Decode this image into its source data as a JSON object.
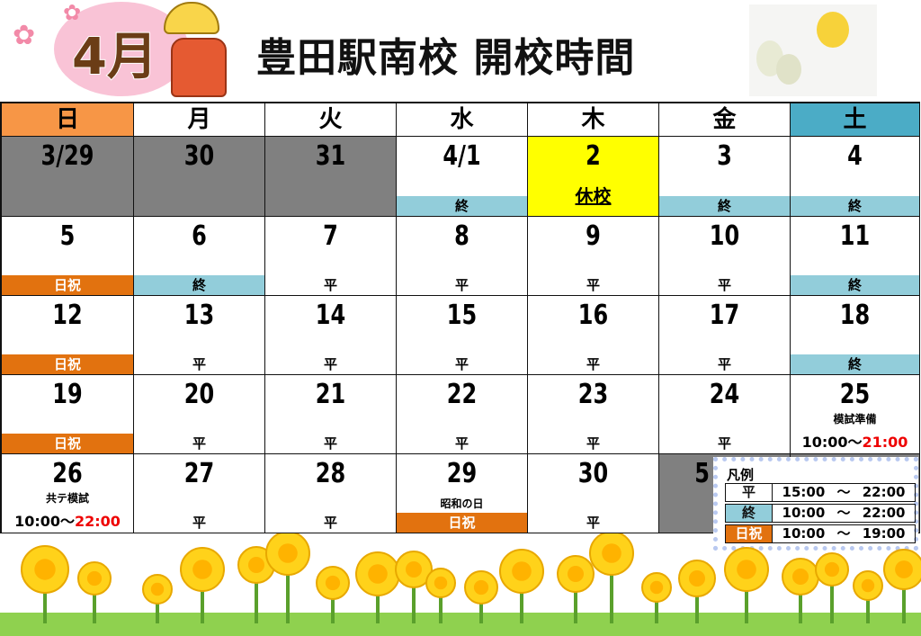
{
  "header": {
    "month": "4月",
    "title": "豊田駅南校 開校時間"
  },
  "weekdays": [
    {
      "label": "日",
      "bg": "#f79646"
    },
    {
      "label": "月",
      "bg": "#ffffff"
    },
    {
      "label": "火",
      "bg": "#ffffff"
    },
    {
      "label": "水",
      "bg": "#ffffff"
    },
    {
      "label": "木",
      "bg": "#ffffff"
    },
    {
      "label": "金",
      "bg": "#ffffff"
    },
    {
      "label": "土",
      "bg": "#4bacc6"
    }
  ],
  "weeks": [
    [
      {
        "d": "3/29",
        "gray": true
      },
      {
        "d": "30",
        "gray": true
      },
      {
        "d": "31",
        "gray": true
      },
      {
        "d": "4/1",
        "s": "終",
        "t": "teal"
      },
      {
        "d": "2",
        "yellow": true,
        "closed": "休校"
      },
      {
        "d": "3",
        "s": "終",
        "t": "teal"
      },
      {
        "d": "4",
        "s": "終",
        "t": "teal"
      }
    ],
    [
      {
        "d": "5",
        "s": "日祝",
        "t": "orange"
      },
      {
        "d": "6",
        "s": "終",
        "t": "teal"
      },
      {
        "d": "7",
        "s": "平"
      },
      {
        "d": "8",
        "s": "平"
      },
      {
        "d": "9",
        "s": "平"
      },
      {
        "d": "10",
        "s": "平"
      },
      {
        "d": "11",
        "s": "終",
        "t": "teal"
      }
    ],
    [
      {
        "d": "12",
        "s": "日祝",
        "t": "orange"
      },
      {
        "d": "13",
        "s": "平"
      },
      {
        "d": "14",
        "s": "平"
      },
      {
        "d": "15",
        "s": "平"
      },
      {
        "d": "16",
        "s": "平"
      },
      {
        "d": "17",
        "s": "平"
      },
      {
        "d": "18",
        "s": "終",
        "t": "teal"
      }
    ],
    [
      {
        "d": "19",
        "s": "日祝",
        "t": "orange"
      },
      {
        "d": "20",
        "s": "平"
      },
      {
        "d": "21",
        "s": "平"
      },
      {
        "d": "22",
        "s": "平"
      },
      {
        "d": "23",
        "s": "平"
      },
      {
        "d": "24",
        "s": "平"
      },
      {
        "d": "25",
        "note": "模試準備",
        "time_start": "10:00～",
        "time_end": "21:00"
      }
    ],
    [
      {
        "d": "26",
        "note": "共テ模試",
        "time_start": "10:00～",
        "time_end": "22:00"
      },
      {
        "d": "27",
        "s": "平"
      },
      {
        "d": "28",
        "s": "平"
      },
      {
        "d": "29",
        "note": "昭和の日",
        "s": "日祝",
        "t": "orange"
      },
      {
        "d": "30",
        "s": "平"
      },
      {
        "d": "5",
        "gray": true
      },
      {
        "d": "",
        "gray": true
      }
    ]
  ],
  "legend": {
    "title": "凡例",
    "rows": [
      {
        "key": "平",
        "range": "15:00 ～ 22:00",
        "bg": "#ffffff",
        "fg": "#111111"
      },
      {
        "key": "終",
        "range": "10:00 ～ 22:00",
        "bg": "#92cdda",
        "fg": "#111111"
      },
      {
        "key": "日祝",
        "range": "10:00 ～ 19:00",
        "bg": "#e2720f",
        "fg": "#ffffff"
      }
    ]
  }
}
